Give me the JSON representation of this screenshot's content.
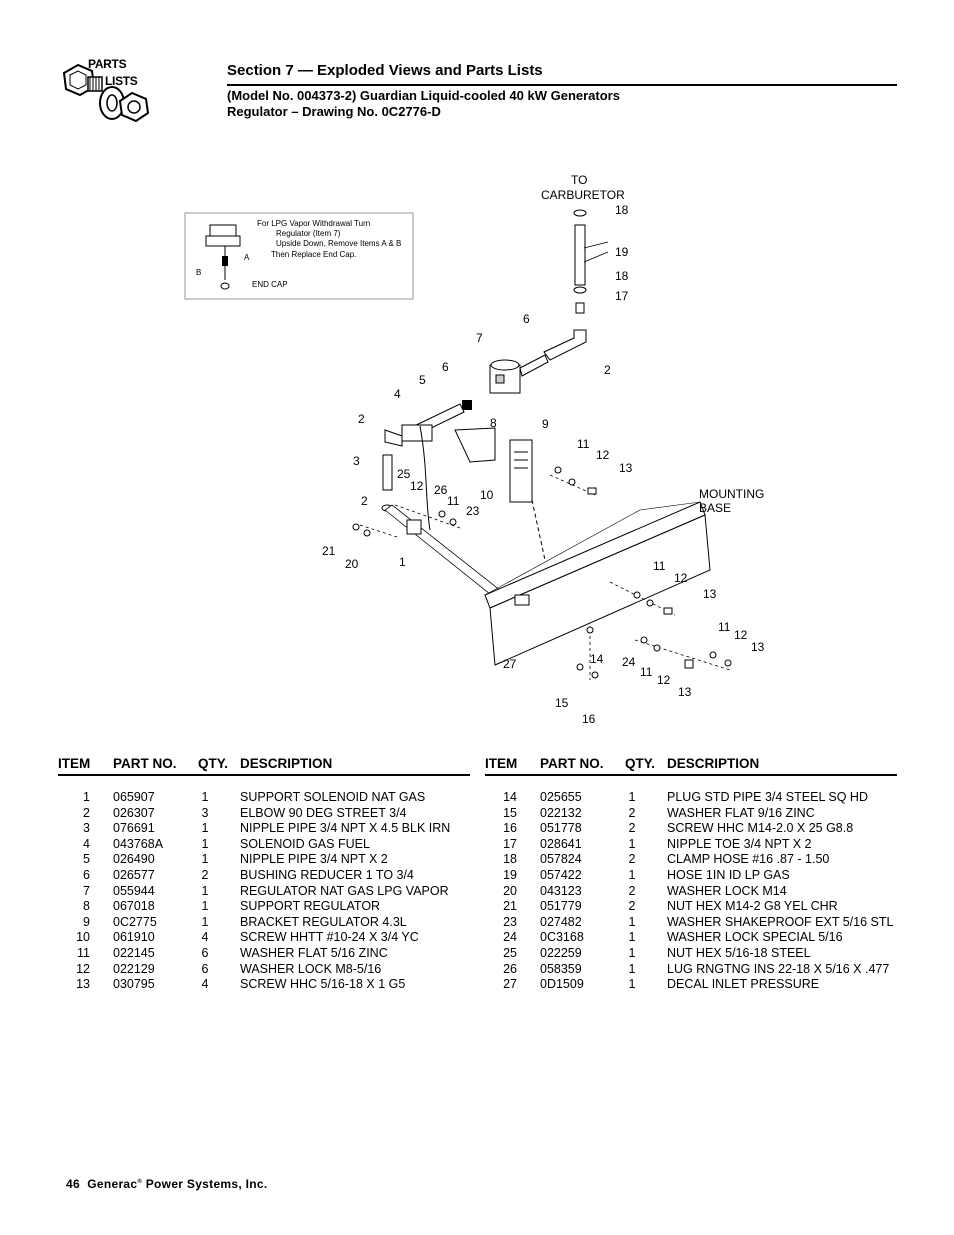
{
  "logo": {
    "line1": "PARTS",
    "line2": "LISTS"
  },
  "header": {
    "section_title": "Section 7 — Exploded Views and Parts Lists",
    "subtitle_line1": "(Model No. 004373-2) Guardian Liquid-cooled 40 kW Generators",
    "subtitle_line2": "Regulator – Drawing No. 0C2776-D"
  },
  "drawing": {
    "to_carb_1": "TO",
    "to_carb_2": "CARBURETOR",
    "mount_1": "MOUNTING",
    "mount_2": "BASE",
    "note_1": "For LPG Vapor Withdrawal Turn",
    "note_2": "Regulator (Item 7)",
    "note_3": "Upside Down, Remove Items A & B",
    "note_4": "Then Replace End Cap.",
    "note_a": "A",
    "note_b": "B",
    "note_endcap": "END CAP",
    "callouts": [
      "18",
      "19",
      "18",
      "17",
      "6",
      "7",
      "2",
      "6",
      "5",
      "4",
      "2",
      "8",
      "9",
      "3",
      "11",
      "12",
      "13",
      "25",
      "12",
      "26",
      "11",
      "10",
      "23",
      "2",
      "21",
      "20",
      "1",
      "11",
      "12",
      "13",
      "11",
      "12",
      "13",
      "27",
      "14",
      "24",
      "11",
      "12",
      "13",
      "15",
      "16"
    ]
  },
  "table": {
    "headers": {
      "item": "ITEM",
      "part": "PART NO.",
      "qty": "QTY.",
      "desc": "DESCRIPTION"
    },
    "left": [
      {
        "item": "1",
        "part": "065907",
        "qty": "1",
        "desc": "SUPPORT SOLENOID NAT GAS"
      },
      {
        "item": "2",
        "part": "026307",
        "qty": "3",
        "desc": "ELBOW 90 DEG STREET 3/4"
      },
      {
        "item": "3",
        "part": "076691",
        "qty": "1",
        "desc": "NIPPLE PIPE 3/4 NPT X 4.5 BLK IRN"
      },
      {
        "item": "4",
        "part": "043768A",
        "qty": "1",
        "desc": "SOLENOID GAS FUEL"
      },
      {
        "item": "5",
        "part": "026490",
        "qty": "1",
        "desc": "NIPPLE PIPE 3/4 NPT X 2"
      },
      {
        "item": "6",
        "part": "026577",
        "qty": "2",
        "desc": "BUSHING REDUCER 1 TO 3/4"
      },
      {
        "item": "7",
        "part": "055944",
        "qty": "1",
        "desc": "REGULATOR NAT GAS LPG VAPOR"
      },
      {
        "item": "8",
        "part": "067018",
        "qty": "1",
        "desc": "SUPPORT REGULATOR"
      },
      {
        "item": "9",
        "part": "0C2775",
        "qty": "1",
        "desc": "BRACKET REGULATOR 4.3L"
      },
      {
        "item": "10",
        "part": "061910",
        "qty": "4",
        "desc": "SCREW HHTT #10-24 X 3/4 YC"
      },
      {
        "item": "11",
        "part": "022145",
        "qty": "6",
        "desc": "WASHER FLAT 5/16 ZINC"
      },
      {
        "item": "12",
        "part": "022129",
        "qty": "6",
        "desc": "WASHER LOCK M8-5/16"
      },
      {
        "item": "13",
        "part": "030795",
        "qty": "4",
        "desc": "SCREW HHC 5/16-18 X 1 G5"
      }
    ],
    "right": [
      {
        "item": "14",
        "part": "025655",
        "qty": "1",
        "desc": "PLUG STD PIPE 3/4 STEEL SQ HD"
      },
      {
        "item": "15",
        "part": "022132",
        "qty": "2",
        "desc": "WASHER FLAT 9/16 ZINC"
      },
      {
        "item": "16",
        "part": "051778",
        "qty": "2",
        "desc": "SCREW HHC M14-2.0 X 25 G8.8"
      },
      {
        "item": "17",
        "part": "028641",
        "qty": "1",
        "desc": "NIPPLE TOE 3/4 NPT X 2"
      },
      {
        "item": "18",
        "part": "057824",
        "qty": "2",
        "desc": "CLAMP HOSE #16 .87 - 1.50"
      },
      {
        "item": "19",
        "part": "057422",
        "qty": "1",
        "desc": "HOSE 1IN ID LP GAS"
      },
      {
        "item": "20",
        "part": "043123",
        "qty": "2",
        "desc": "WASHER LOCK M14"
      },
      {
        "item": "21",
        "part": "051779",
        "qty": "2",
        "desc": "NUT HEX M14-2 G8 YEL CHR"
      },
      {
        "item": "23",
        "part": "027482",
        "qty": "1",
        "desc": "WASHER SHAKEPROOF EXT 5/16 STL"
      },
      {
        "item": "24",
        "part": "0C3168",
        "qty": "1",
        "desc": "WASHER LOCK SPECIAL 5/16"
      },
      {
        "item": "25",
        "part": "022259",
        "qty": "1",
        "desc": "NUT HEX 5/16-18 STEEL"
      },
      {
        "item": "26",
        "part": "058359",
        "qty": "1",
        "desc": "LUG RNGTNG INS 22-18 X 5/16 X .477"
      },
      {
        "item": "27",
        "part": "0D1509",
        "qty": "1",
        "desc": "DECAL INLET PRESSURE"
      }
    ]
  },
  "footer": {
    "page_number": "46",
    "company": "Generac",
    "reg": "®",
    "company_rest": "Power Systems, Inc."
  }
}
